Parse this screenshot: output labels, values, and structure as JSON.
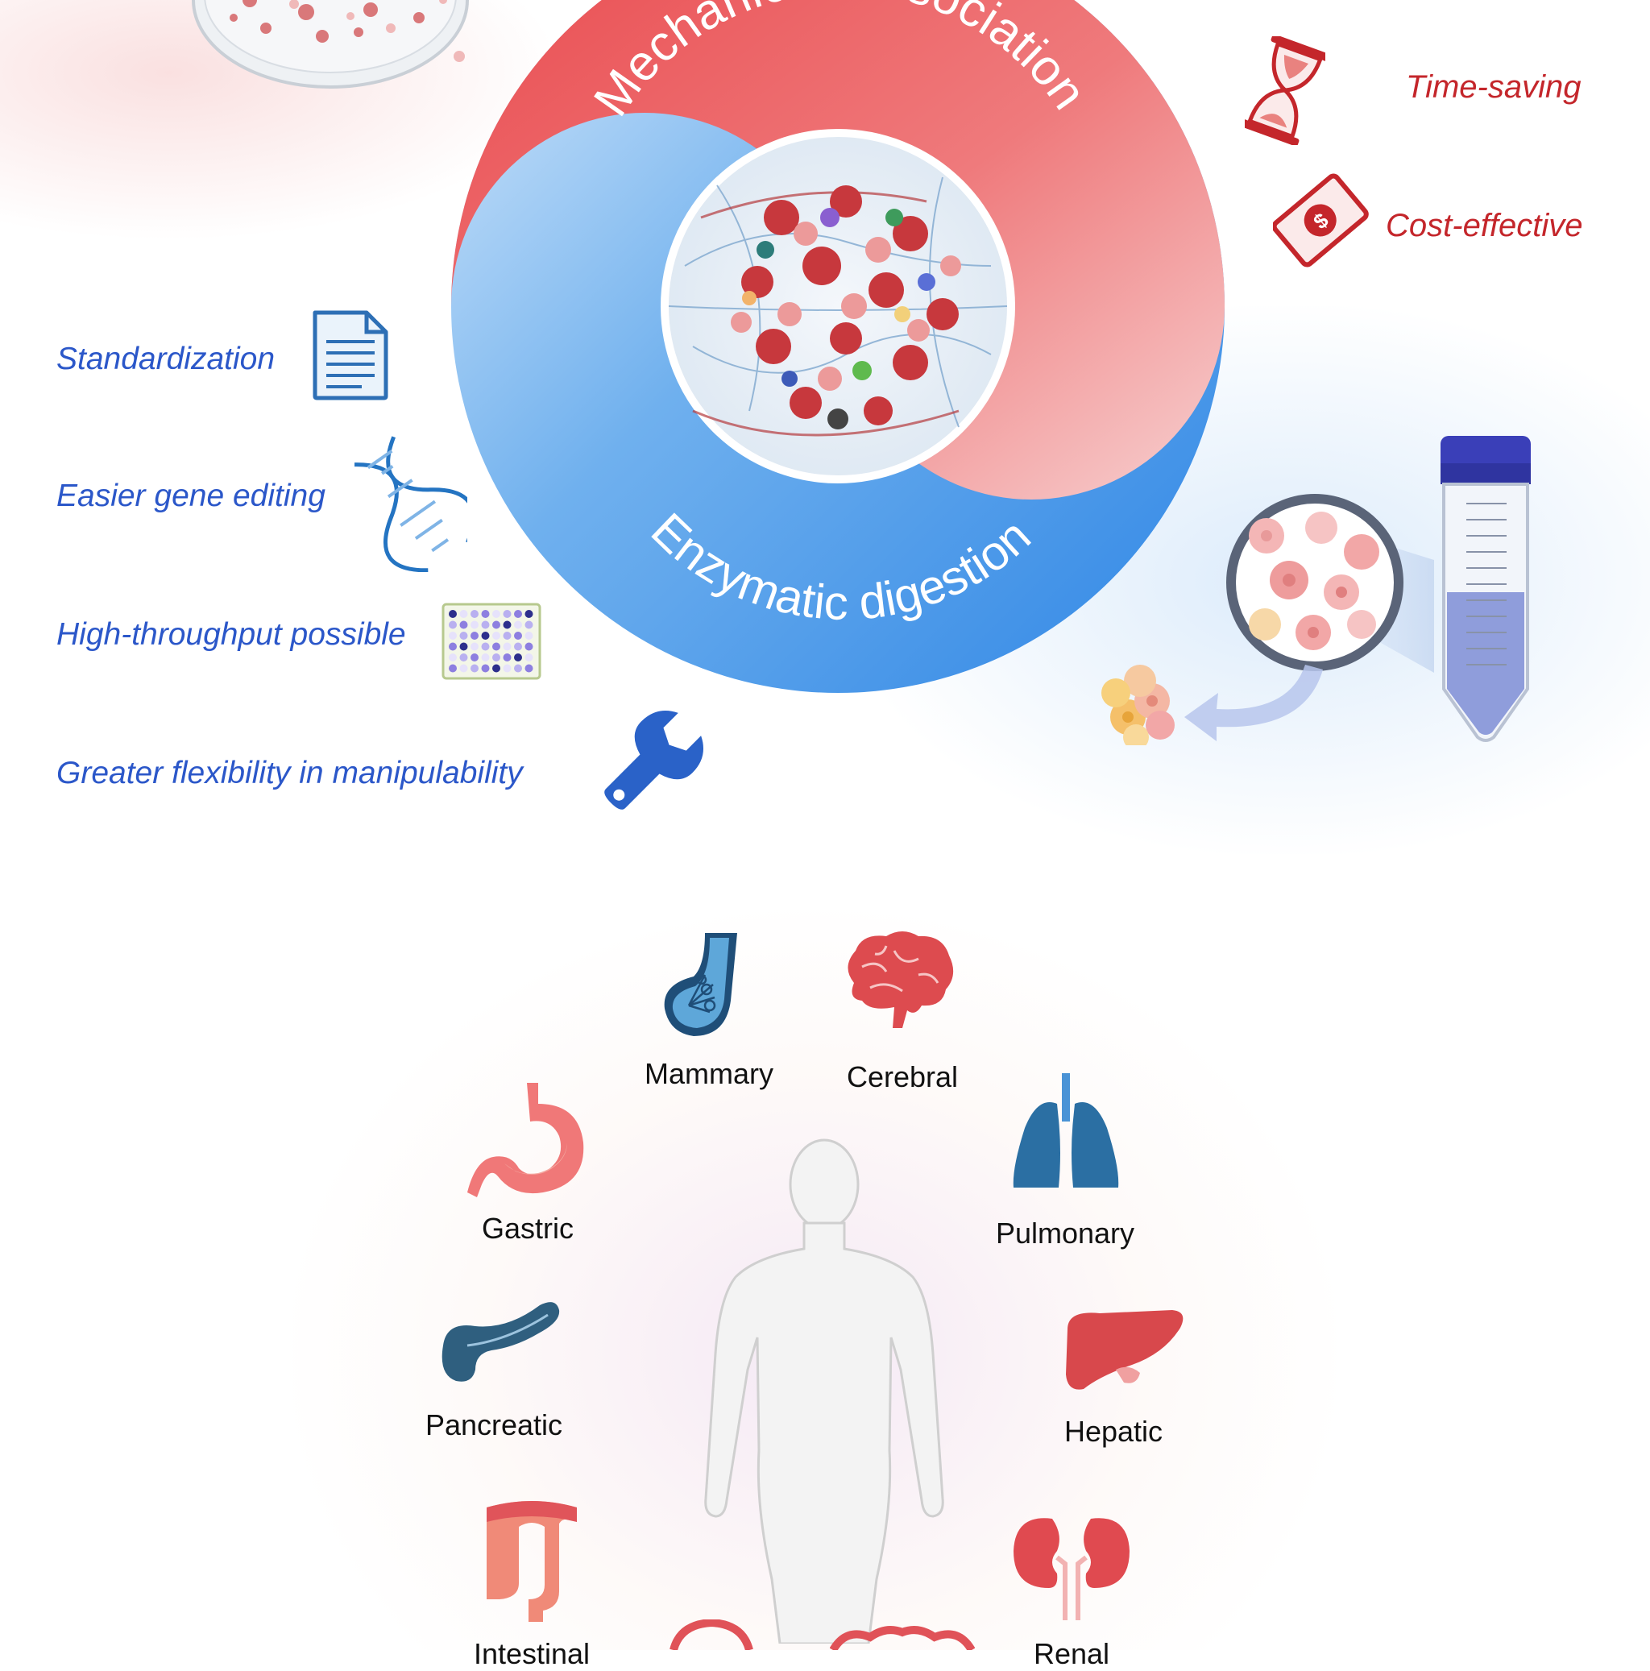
{
  "ring": {
    "top_label": "Mechanical dissociation",
    "bottom_label": "Enzymatic digestion"
  },
  "advantages_red": [
    {
      "label": "Time-saving",
      "icon": "hourglass-icon"
    },
    {
      "label": "Cost-effective",
      "icon": "money-icon"
    }
  ],
  "advantages_blue": [
    {
      "label": "Standardization",
      "icon": "document-icon"
    },
    {
      "label": "Easier gene editing",
      "icon": "dna-icon"
    },
    {
      "label": "High-throughput possible",
      "icon": "well-plate-icon"
    },
    {
      "label": "Greater flexibility in manipulability",
      "icon": "wrench-icon"
    }
  ],
  "organs": [
    {
      "label": "Mammary",
      "icon": "breast-icon"
    },
    {
      "label": "Cerebral",
      "icon": "brain-icon"
    },
    {
      "label": "Gastric",
      "icon": "stomach-icon"
    },
    {
      "label": "Pulmonary",
      "icon": "lungs-icon"
    },
    {
      "label": "Pancreatic",
      "icon": "pancreas-icon"
    },
    {
      "label": "Hepatic",
      "icon": "liver-icon"
    },
    {
      "label": "Intestinal",
      "icon": "intestine-icon"
    },
    {
      "label": "Renal",
      "icon": "kidneys-icon"
    },
    {
      "label": "",
      "icon": "bladder-icon"
    },
    {
      "label": "",
      "icon": "uterus-icon"
    }
  ],
  "colors": {
    "red_accent": "#c4262b",
    "blue_accent": "#2b57c9",
    "ring_red": "#ec5f63",
    "ring_blue": "#3f93e8"
  }
}
